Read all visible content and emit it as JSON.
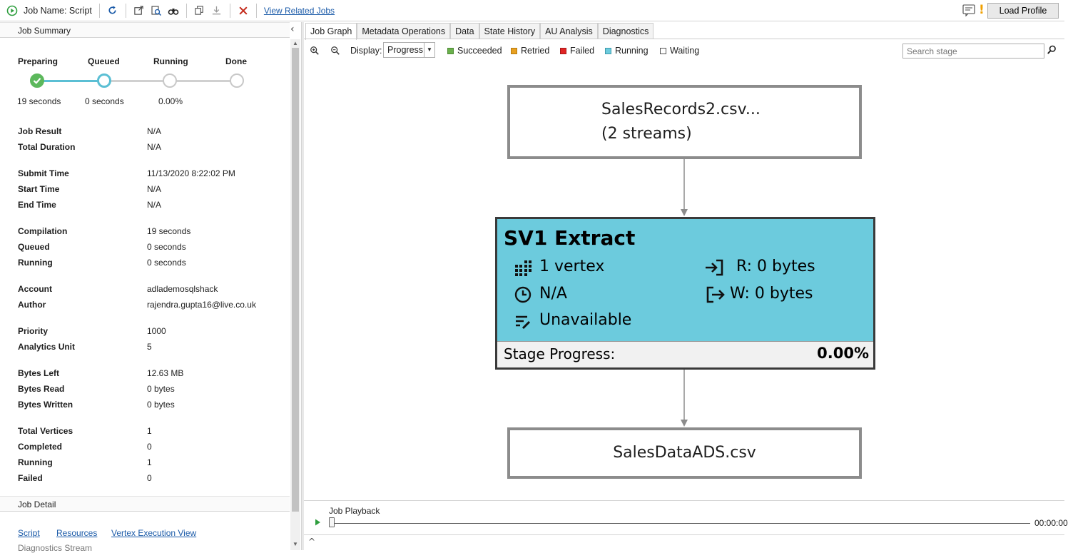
{
  "toolbar": {
    "job_name_label": "Job Name: Script",
    "view_related_jobs": "View Related Jobs",
    "load_profile": "Load Profile",
    "icons": [
      "play-circle-icon",
      "refresh-icon",
      "open-external-icon",
      "search-doc-icon",
      "binoculars-icon",
      "copy-icon",
      "download-icon",
      "cancel-icon",
      "feedback-icon",
      "warning-icon"
    ]
  },
  "left": {
    "job_summary_header": "Job Summary",
    "stages": [
      {
        "label": "Preparing",
        "value": "19 seconds",
        "state": "done"
      },
      {
        "label": "Queued",
        "value": "0 seconds",
        "state": "current"
      },
      {
        "label": "Running",
        "value": "0.00%",
        "state": "pending"
      },
      {
        "label": "Done",
        "value": "",
        "state": "pending"
      }
    ],
    "rows": [
      {
        "label": "Job Result",
        "value": "N/A"
      },
      {
        "label": "Total Duration",
        "value": "N/A"
      },
      {
        "label": "Submit Time",
        "value": "11/13/2020 8:22:02 PM"
      },
      {
        "label": "Start Time",
        "value": "N/A"
      },
      {
        "label": "End Time",
        "value": "N/A"
      },
      {
        "label": "Compilation",
        "value": "19 seconds"
      },
      {
        "label": "Queued",
        "value": "0 seconds"
      },
      {
        "label": "Running",
        "value": "0 seconds"
      },
      {
        "label": "Account",
        "value": "adlademosqlshack"
      },
      {
        "label": "Author",
        "value": "rajendra.gupta16@live.co.uk"
      },
      {
        "label": "Priority",
        "value": "1000"
      },
      {
        "label": "Analytics Unit",
        "value": "5"
      },
      {
        "label": "Bytes Left",
        "value": "12.63 MB"
      },
      {
        "label": "Bytes Read",
        "value": "0 bytes"
      },
      {
        "label": "Bytes Written",
        "value": "0 bytes"
      },
      {
        "label": "Total Vertices",
        "value": "1"
      },
      {
        "label": "Completed",
        "value": "0"
      },
      {
        "label": "Running",
        "value": "1"
      },
      {
        "label": "Failed",
        "value": "0"
      }
    ],
    "job_detail_header": "Job Detail",
    "detail_links": [
      "Script",
      "Resources",
      "Vertex Execution View"
    ],
    "diagnostics_stream": "Diagnostics Stream"
  },
  "right": {
    "tabs": [
      "Job Graph",
      "Metadata Operations",
      "Data",
      "State History",
      "AU Analysis",
      "Diagnostics"
    ],
    "active_tab": "Job Graph",
    "display_label": "Display:",
    "display_value": "Progress",
    "legend": [
      {
        "label": "Succeeded",
        "color": "#6ab04c"
      },
      {
        "label": "Retried",
        "color": "#e8a020"
      },
      {
        "label": "Failed",
        "color": "#e02424"
      },
      {
        "label": "Running",
        "color": "#6ccbdd"
      },
      {
        "label": "Waiting",
        "color": "#ffffff"
      }
    ],
    "search_placeholder": "Search stage",
    "graph": {
      "input_node": {
        "line1": "SalesRecords2.csv...",
        "line2": "(2 streams)"
      },
      "stage": {
        "title": "SV1 Extract",
        "vertices": "1 vertex",
        "time": "N/A",
        "status": "Unavailable",
        "read": "R: 0 bytes",
        "write": "W: 0 bytes",
        "progress_label": "Stage Progress:",
        "progress_value": "0.00%",
        "progress_fraction": 0.0
      },
      "output_node": {
        "line1": "SalesDataADS.csv"
      }
    },
    "playback": {
      "label": "Job Playback",
      "time": "00:00:00"
    }
  }
}
